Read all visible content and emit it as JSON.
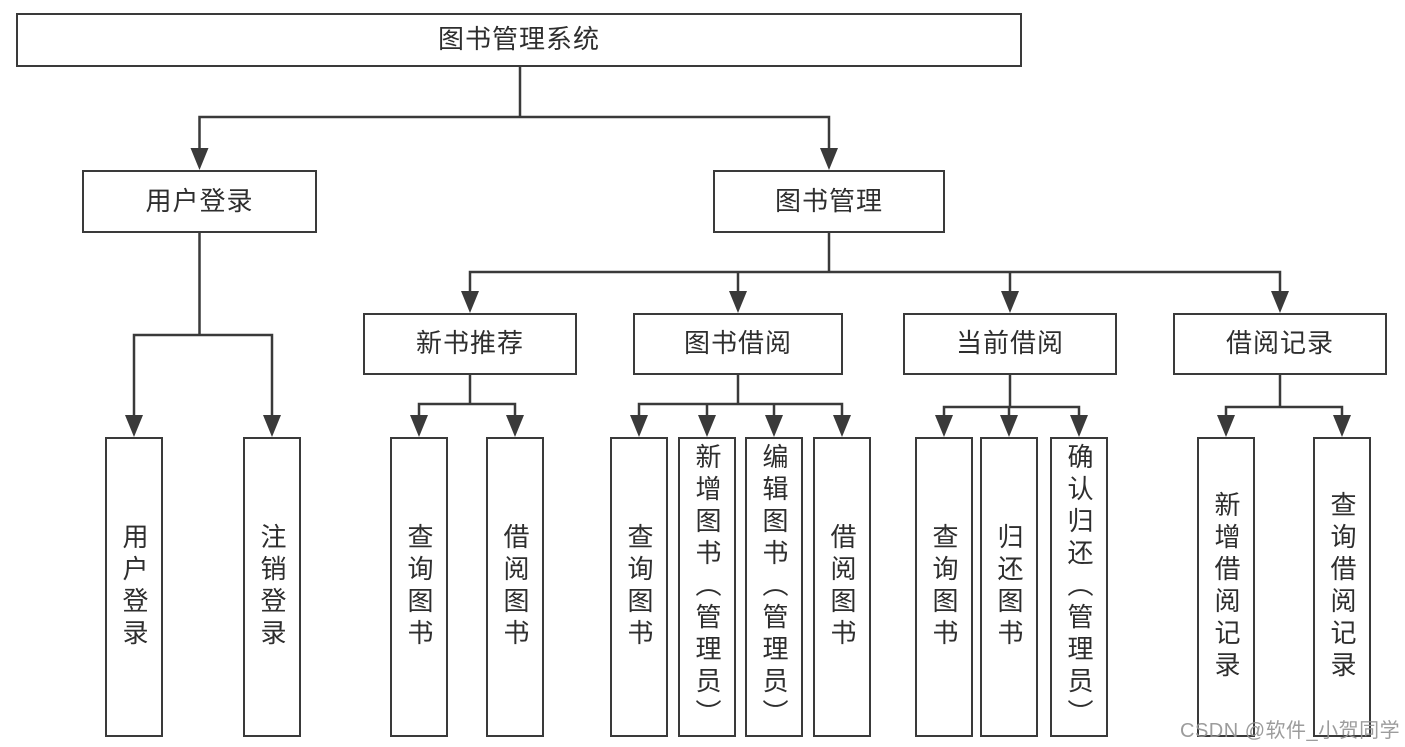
{
  "title": "图书管理系统",
  "level2": [
    {
      "label": "用户登录"
    },
    {
      "label": "图书管理"
    }
  ],
  "level3": [
    {
      "label": "新书推荐",
      "parent": "图书管理"
    },
    {
      "label": "图书借阅",
      "parent": "图书管理"
    },
    {
      "label": "当前借阅",
      "parent": "图书管理"
    },
    {
      "label": "借阅记录",
      "parent": "图书管理"
    }
  ],
  "leaves": [
    {
      "label": "用户登录",
      "parent": "用户登录"
    },
    {
      "label": "注销登录",
      "parent": "用户登录"
    },
    {
      "label": "查询图书",
      "parent": "新书推荐"
    },
    {
      "label": "借阅图书",
      "parent": "新书推荐"
    },
    {
      "label": "查询图书",
      "parent": "图书借阅"
    },
    {
      "label": "新增图书（管理员）",
      "parent": "图书借阅"
    },
    {
      "label": "编辑图书（管理员）",
      "parent": "图书借阅"
    },
    {
      "label": "借阅图书",
      "parent": "图书借阅"
    },
    {
      "label": "查询图书",
      "parent": "当前借阅"
    },
    {
      "label": "归还图书",
      "parent": "当前借阅"
    },
    {
      "label": "确认归还（管理员）",
      "parent": "当前借阅"
    },
    {
      "label": "新增借阅记录",
      "parent": "借阅记录"
    },
    {
      "label": "查询借阅记录",
      "parent": "借阅记录"
    }
  ],
  "watermark": "CSDN @软件_小贺同学",
  "colors": {
    "line": "#3a3a3a",
    "text": "#2e2e2e",
    "box_background": "#ffffff",
    "watermark": "#949494"
  }
}
